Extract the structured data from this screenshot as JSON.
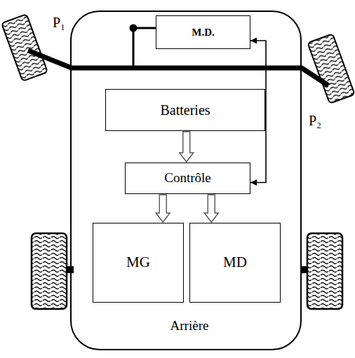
{
  "diagram": {
    "nodes": [
      {
        "text": [
          "Arrière"
        ]
      },
      {
        "text": [
          "M.D."
        ],
        "in": 0
      },
      {
        "text": [
          "Batteries"
        ],
        "in": 0
      },
      {
        "text": [
          "Contrôle"
        ],
        "in": 0
      },
      {
        "text": [
          "MG"
        ],
        "in": 0
      },
      {
        "text": [
          "MD"
        ],
        "in": 0
      }
    ],
    "edges": [
      {
        "from": 2,
        "to": 3,
        "arrow": "to"
      },
      {
        "from": 3,
        "to": 4,
        "arrow": "to"
      },
      {
        "from": 3,
        "to": 5,
        "arrow": "to"
      },
      {
        "from": 1,
        "to": 3,
        "arrow": "both"
      }
    ],
    "labels": [
      "P₁",
      "P₂"
    ]
  }
}
